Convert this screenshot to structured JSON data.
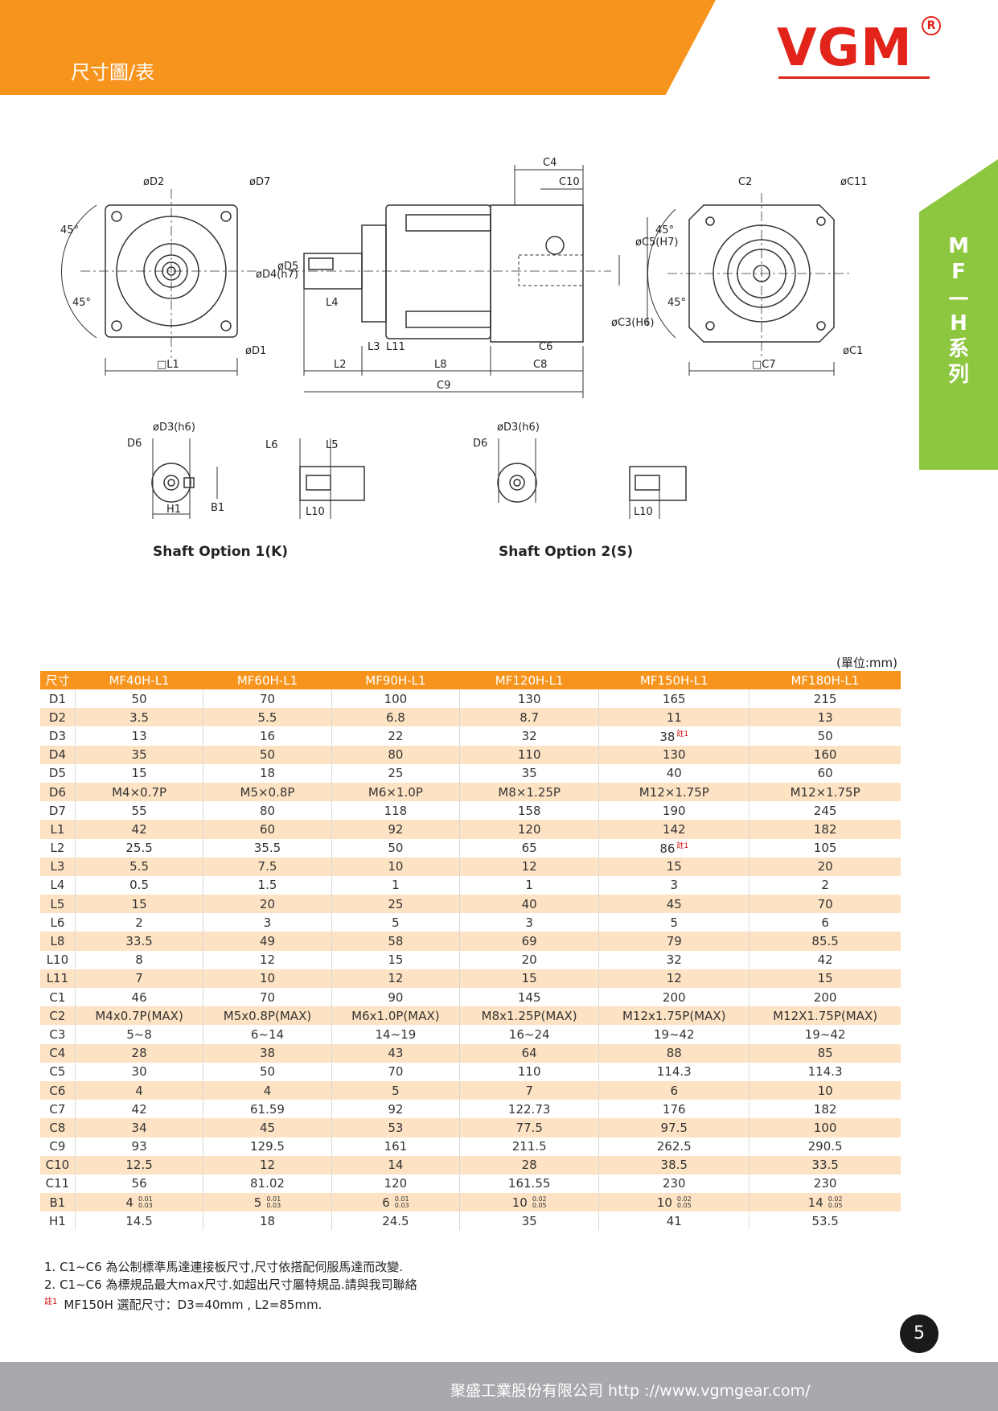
{
  "header": {
    "title": "尺寸圖/表",
    "logo": "VGM",
    "registered": "R"
  },
  "side_tab": {
    "label": "MF—H系列"
  },
  "drawing": {
    "labels": {
      "d2": "øD2",
      "d7": "øD7",
      "d4": "øD4(h7)",
      "d5": "øD5",
      "d1": "øD1",
      "l1": "□L1",
      "l2": "L2",
      "l3": "L3",
      "l4": "L4",
      "l8": "L8",
      "l11": "L11",
      "c9": "C9",
      "c8": "C8",
      "c6": "C6",
      "c4": "C4",
      "c10": "C10",
      "c3": "øC3(H6)",
      "c5": "øC5(H7)",
      "c2": "C2",
      "c11": "øC11",
      "c1": "øC1",
      "c7": "□C7",
      "angle": "45°",
      "d3": "øD3(h6)",
      "d6": "D6",
      "h1": "H1",
      "b1": "B1",
      "l6": "L6",
      "l5": "L5",
      "l10": "L10"
    },
    "shaft_option_1": "Shaft  Option  1(K)",
    "shaft_option_2": "Shaft  Option  2(S)"
  },
  "table": {
    "unit": "(單位:mm)",
    "headers": [
      "尺寸",
      "MF40H-L1",
      "MF60H-L1",
      "MF90H-L1",
      "MF120H-L1",
      "MF150H-L1",
      "MF180H-L1"
    ],
    "rows": [
      [
        "D1",
        "50",
        "70",
        "100",
        "130",
        "165",
        "215"
      ],
      [
        "D2",
        "3.5",
        "5.5",
        "6.8",
        "8.7",
        "11",
        "13"
      ],
      [
        "D3",
        "13",
        "16",
        "22",
        "32",
        "38",
        "50"
      ],
      [
        "D4",
        "35",
        "50",
        "80",
        "110",
        "130",
        "160"
      ],
      [
        "D5",
        "15",
        "18",
        "25",
        "35",
        "40",
        "60"
      ],
      [
        "D6",
        "M4×0.7P",
        "M5×0.8P",
        "M6×1.0P",
        "M8×1.25P",
        "M12×1.75P",
        "M12×1.75P"
      ],
      [
        "D7",
        "55",
        "80",
        "118",
        "158",
        "190",
        "245"
      ],
      [
        "L1",
        "42",
        "60",
        "92",
        "120",
        "142",
        "182"
      ],
      [
        "L2",
        "25.5",
        "35.5",
        "50",
        "65",
        "86",
        "105"
      ],
      [
        "L3",
        "5.5",
        "7.5",
        "10",
        "12",
        "15",
        "20"
      ],
      [
        "L4",
        "0.5",
        "1.5",
        "1",
        "1",
        "3",
        "2"
      ],
      [
        "L5",
        "15",
        "20",
        "25",
        "40",
        "45",
        "70"
      ],
      [
        "L6",
        "2",
        "3",
        "5",
        "3",
        "5",
        "6"
      ],
      [
        "L8",
        "33.5",
        "49",
        "58",
        "69",
        "79",
        "85.5"
      ],
      [
        "L10",
        "8",
        "12",
        "15",
        "20",
        "32",
        "42"
      ],
      [
        "L11",
        "7",
        "10",
        "12",
        "15",
        "12",
        "15"
      ],
      [
        "C1",
        "46",
        "70",
        "90",
        "145",
        "200",
        "200"
      ],
      [
        "C2",
        "M4x0.7P(MAX)",
        "M5x0.8P(MAX)",
        "M6x1.0P(MAX)",
        "M8x1.25P(MAX)",
        "M12x1.75P(MAX)",
        "M12X1.75P(MAX)"
      ],
      [
        "C3",
        "5~8",
        "6~14",
        "14~19",
        "16~24",
        "19~42",
        "19~42"
      ],
      [
        "C4",
        "28",
        "38",
        "43",
        "64",
        "88",
        "85"
      ],
      [
        "C5",
        "30",
        "50",
        "70",
        "110",
        "114.3",
        "114.3"
      ],
      [
        "C6",
        "4",
        "4",
        "5",
        "7",
        "6",
        "10"
      ],
      [
        "C7",
        "42",
        "61.59",
        "92",
        "122.73",
        "176",
        "182"
      ],
      [
        "C8",
        "34",
        "45",
        "53",
        "77.5",
        "97.5",
        "100"
      ],
      [
        "C9",
        "93",
        "129.5",
        "161",
        "211.5",
        "262.5",
        "290.5"
      ],
      [
        "C10",
        "12.5",
        "12",
        "14",
        "28",
        "38.5",
        "33.5"
      ],
      [
        "C11",
        "56",
        "81.02",
        "120",
        "161.55",
        "230",
        "230"
      ],
      [
        "B1",
        "4",
        "5",
        "6",
        "10",
        "10",
        "14"
      ],
      [
        "H1",
        "14.5",
        "18",
        "24.5",
        "35",
        "41",
        "53.5"
      ]
    ],
    "footnote_mark": "註1",
    "b1_tolerances": [
      [
        "0.01",
        "0.03"
      ],
      [
        "0.01",
        "0.03"
      ],
      [
        "0.01",
        "0.03"
      ],
      [
        "0.02",
        "0.05"
      ],
      [
        "0.02",
        "0.05"
      ],
      [
        "0.02",
        "0.05"
      ]
    ]
  },
  "notes": {
    "n1": "1. C1~C6 為公制標準馬達連接板尺寸,尺寸依搭配伺服馬達而改變.",
    "n2": "2. C1~C6 為標規品最大max尺寸.如超出尺寸屬特規品.請與我司聯絡",
    "n3_mark": "註1",
    "n3": "MF150H 選配尺寸：D3=40mm , L2=85mm."
  },
  "page_number": "5",
  "footer": {
    "text": "聚盛工業股份有限公司   http ://www.vgmgear.com/"
  },
  "colors": {
    "accent": "#f7941d",
    "brand": "#e2231a",
    "tab": "#8dc63f",
    "footer": "#a7a9ac"
  }
}
